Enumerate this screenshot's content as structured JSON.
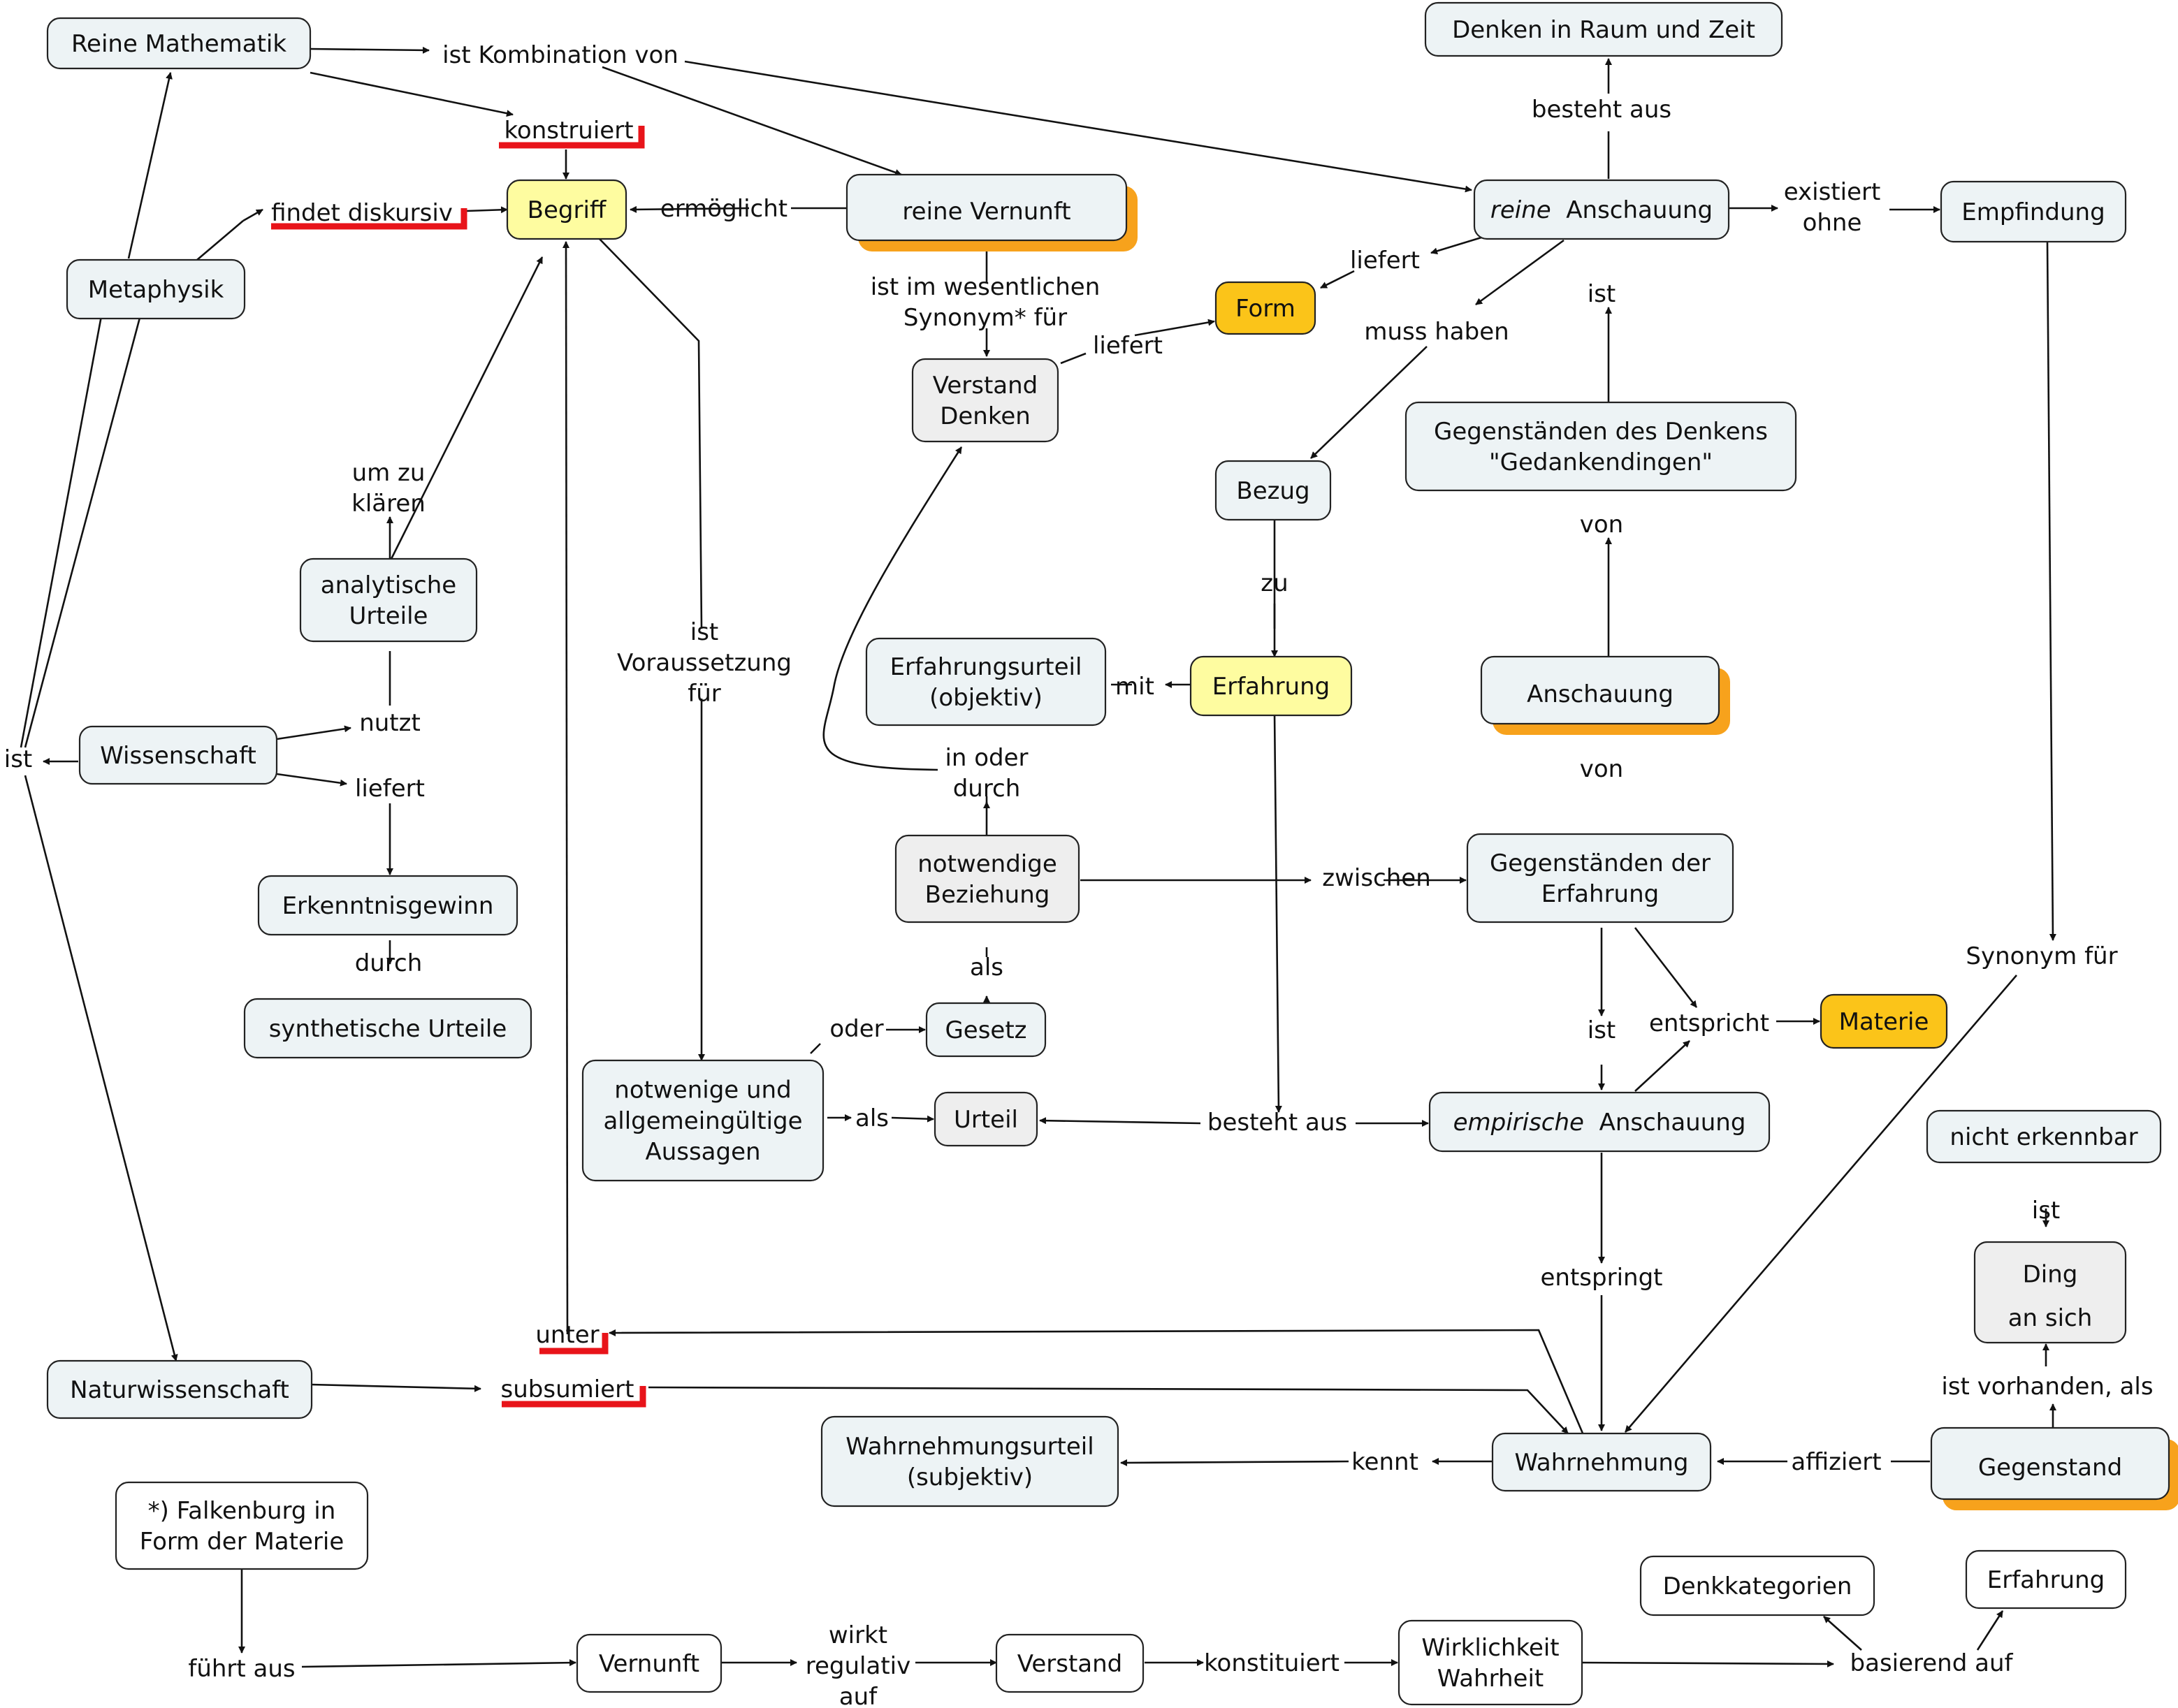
{
  "colors": {
    "default_fill": "#edf3f5",
    "white_fill": "#ffffff",
    "yellow_fill": "#fefca0",
    "orange_fill": "#fbc419",
    "gray_fill": "#eeeeee",
    "shadow": "#f7a21c",
    "red_mark": "#e8141a"
  },
  "concepts": [
    {
      "id": "reine_math",
      "lines": [
        "Reine Mathematik"
      ]
    },
    {
      "id": "metaphysik",
      "lines": [
        "Metaphysik"
      ]
    },
    {
      "id": "begriff",
      "lines": [
        "Begriff"
      ]
    },
    {
      "id": "reine_vernunft",
      "lines": [
        "reine Vernunft"
      ]
    },
    {
      "id": "denken_raum",
      "lines": [
        "Denken in Raum und Zeit"
      ]
    },
    {
      "id": "reine_anschauung",
      "lines": [
        "reine Anschauung"
      ],
      "italic_first_word": true
    },
    {
      "id": "empfindung",
      "lines": [
        "Empfindung"
      ]
    },
    {
      "id": "form",
      "lines": [
        "Form"
      ]
    },
    {
      "id": "verstand_denken",
      "lines": [
        "Verstand",
        "Denken"
      ]
    },
    {
      "id": "gegenst_denkens",
      "lines": [
        "Gegenständen des Denkens",
        "\"Gedankendingen\""
      ]
    },
    {
      "id": "bezug",
      "lines": [
        "Bezug"
      ]
    },
    {
      "id": "analytische",
      "lines": [
        "analytische",
        "Urteile"
      ]
    },
    {
      "id": "erfahrungsurteil",
      "lines": [
        "Erfahrungsurteil",
        "(objektiv)"
      ]
    },
    {
      "id": "erfahrung",
      "lines": [
        "Erfahrung"
      ]
    },
    {
      "id": "anschauung",
      "lines": [
        "Anschauung"
      ]
    },
    {
      "id": "wissenschaft",
      "lines": [
        "Wissenschaft"
      ]
    },
    {
      "id": "notwendige_bez",
      "lines": [
        "notwendige",
        "Beziehung"
      ]
    },
    {
      "id": "gegenst_erfahrung",
      "lines": [
        "Gegenständen der",
        "Erfahrung"
      ]
    },
    {
      "id": "erkenntnisgewinn",
      "lines": [
        "Erkenntnisgewinn"
      ]
    },
    {
      "id": "synthetische",
      "lines": [
        "synthetische Urteile"
      ]
    },
    {
      "id": "gesetz",
      "lines": [
        "Gesetz"
      ]
    },
    {
      "id": "materie",
      "lines": [
        "Materie"
      ]
    },
    {
      "id": "notwenige_aussagen",
      "lines": [
        "notwenige und",
        "allgemeingültige",
        "Aussagen"
      ]
    },
    {
      "id": "urteil",
      "lines": [
        "Urteil"
      ]
    },
    {
      "id": "empirische_anschauung",
      "lines": [
        "empirische Anschauung"
      ],
      "italic_first_word": true
    },
    {
      "id": "nicht_erkennbar",
      "lines": [
        "nicht erkennbar"
      ]
    },
    {
      "id": "ding_an_sich",
      "lines": [
        "Ding",
        "an sich"
      ]
    },
    {
      "id": "naturwissenschaft",
      "lines": [
        "Naturwissenschaft"
      ]
    },
    {
      "id": "wahrnehmungsurteil",
      "lines": [
        "Wahrnehmungsurteil",
        "(subjektiv)"
      ]
    },
    {
      "id": "wahrnehmung",
      "lines": [
        "Wahrnehmung"
      ]
    },
    {
      "id": "gegenstand",
      "lines": [
        "Gegenstand"
      ]
    },
    {
      "id": "falkenburg",
      "lines": [
        "*) Falkenburg in",
        "Form der Materie"
      ]
    },
    {
      "id": "denkkategorien",
      "lines": [
        "Denkkategorien"
      ]
    },
    {
      "id": "erfahrung2",
      "lines": [
        "Erfahrung"
      ]
    },
    {
      "id": "vernunft",
      "lines": [
        "Vernunft"
      ]
    },
    {
      "id": "verstand",
      "lines": [
        "Verstand"
      ]
    },
    {
      "id": "wirklichkeit",
      "lines": [
        "Wirklichkeit",
        "Wahrheit"
      ]
    }
  ],
  "links": [
    {
      "id": "l_ist_kombination",
      "lines": [
        "ist Kombination von"
      ]
    },
    {
      "id": "l_konstruiert",
      "lines": [
        "konstruiert"
      ]
    },
    {
      "id": "l_findet",
      "lines": [
        "findet diskursiv"
      ]
    },
    {
      "id": "l_ermoeglicht",
      "lines": [
        "ermöglicht"
      ]
    },
    {
      "id": "l_besteht_aus_top",
      "lines": [
        "besteht aus"
      ]
    },
    {
      "id": "l_existiert",
      "lines": [
        "existiert",
        "ohne"
      ]
    },
    {
      "id": "l_liefert_form",
      "lines": [
        "liefert"
      ]
    },
    {
      "id": "l_ist_wesentlichen",
      "lines": [
        "ist im wesentlichen",
        "Synonym* für"
      ]
    },
    {
      "id": "l_ist_ra",
      "lines": [
        "ist"
      ]
    },
    {
      "id": "l_muss_haben",
      "lines": [
        "muss haben"
      ]
    },
    {
      "id": "l_liefert_verstand",
      "lines": [
        "liefert"
      ]
    },
    {
      "id": "l_um_zu",
      "lines": [
        "um zu",
        "klären"
      ]
    },
    {
      "id": "l_von_top",
      "lines": [
        "von"
      ]
    },
    {
      "id": "l_zu",
      "lines": [
        "zu"
      ]
    },
    {
      "id": "l_ist_voraussetzung",
      "lines": [
        "ist",
        "Voraussetzung",
        "für"
      ]
    },
    {
      "id": "l_mit",
      "lines": [
        "mit"
      ]
    },
    {
      "id": "l_nutzt",
      "lines": [
        "nutzt"
      ]
    },
    {
      "id": "l_ist_left",
      "lines": [
        "ist"
      ]
    },
    {
      "id": "l_in_oder",
      "lines": [
        "in oder",
        "durch"
      ]
    },
    {
      "id": "l_von_bottom",
      "lines": [
        "von"
      ]
    },
    {
      "id": "l_liefert_wiss",
      "lines": [
        "liefert"
      ]
    },
    {
      "id": "l_zwischen",
      "lines": [
        "zwischen"
      ]
    },
    {
      "id": "l_synonym",
      "lines": [
        "Synonym für"
      ]
    },
    {
      "id": "l_durch",
      "lines": [
        "durch"
      ]
    },
    {
      "id": "l_als_gesetz",
      "lines": [
        "als"
      ]
    },
    {
      "id": "l_oder",
      "lines": [
        "oder"
      ]
    },
    {
      "id": "l_entspricht",
      "lines": [
        "entspricht"
      ]
    },
    {
      "id": "l_ist_empirisch",
      "lines": [
        "ist"
      ]
    },
    {
      "id": "l_als_urteil",
      "lines": [
        "als"
      ]
    },
    {
      "id": "l_besteht_aus_mid",
      "lines": [
        "besteht aus"
      ]
    },
    {
      "id": "l_ist_ding",
      "lines": [
        "ist"
      ]
    },
    {
      "id": "l_entspringt",
      "lines": [
        "entspringt"
      ]
    },
    {
      "id": "l_unter",
      "lines": [
        "unter"
      ]
    },
    {
      "id": "l_subsumiert",
      "lines": [
        "subsumiert"
      ]
    },
    {
      "id": "l_ist_vorhanden",
      "lines": [
        "ist vorhanden, als"
      ]
    },
    {
      "id": "l_kennt",
      "lines": [
        "kennt"
      ]
    },
    {
      "id": "l_affiziert",
      "lines": [
        "affiziert"
      ]
    },
    {
      "id": "l_fuehrt_aus",
      "lines": [
        "führt aus"
      ]
    },
    {
      "id": "l_wirkt",
      "lines": [
        "wirkt",
        "regulativ",
        "auf"
      ]
    },
    {
      "id": "l_konstituiert",
      "lines": [
        "konstituiert"
      ]
    },
    {
      "id": "l_basierend",
      "lines": [
        "basierend auf"
      ]
    }
  ]
}
